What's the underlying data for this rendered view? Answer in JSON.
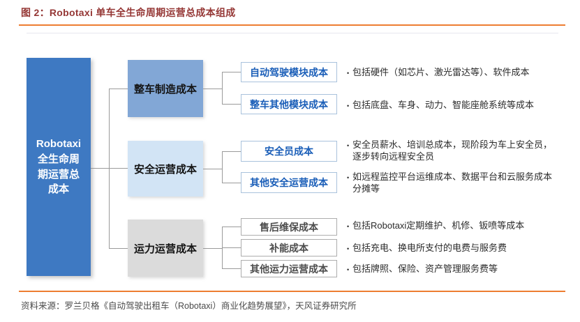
{
  "header": {
    "title": "图 2：Robotaxi 单车全生命周期运营总成本组成"
  },
  "tree": {
    "root_label": "Robotaxi\n全生命周\n期运营总\n成本",
    "groups": [
      {
        "label": "整车制造成本",
        "children": [
          {
            "label": "自动驾驶模块成本",
            "desc": "包括硬件（如芯片、激光雷达等）、软件成本"
          },
          {
            "label": "整车其他模块成本",
            "desc": "包括底盘、车身、动力、智能座舱系统等成本"
          }
        ]
      },
      {
        "label": "安全运营成本",
        "children": [
          {
            "label": "安全员成本",
            "desc": "安全员薪水、培训总成本，现阶段为车上安全员，逐步转向远程安全员"
          },
          {
            "label": "其他安全运营成本",
            "desc": "如远程监控平台运维成本、数据平台和云服务成本分摊等"
          }
        ]
      },
      {
        "label": "运力运营成本",
        "children": [
          {
            "label": "售后维保成本",
            "desc": "包括Robotaxi定期维护、机修、钣喷等成本"
          },
          {
            "label": "补能成本",
            "desc": "包括充电、换电所支付的电费与服务费"
          },
          {
            "label": "其他运力运营成本",
            "desc": "包括牌照、保险、资产管理服务费等"
          }
        ]
      }
    ],
    "bullet_glyph": "•"
  },
  "footer": {
    "source": "资料来源：罗兰贝格《自动驾驶出租车（Robotaxi）商业化趋势展望》，天风证券研究所"
  },
  "colors": {
    "accent_rule": "#ED7D31",
    "title_text": "#953735",
    "root_fill": "#3E79C2",
    "group1_fill": "#82A7D6",
    "group2_fill": "#D2E4F5",
    "group3_fill": "#DBDBDB",
    "child_blue_text": "#1A5EB8",
    "child_gray_text": "#4D4D4D",
    "connector": "#9A9A9A"
  }
}
